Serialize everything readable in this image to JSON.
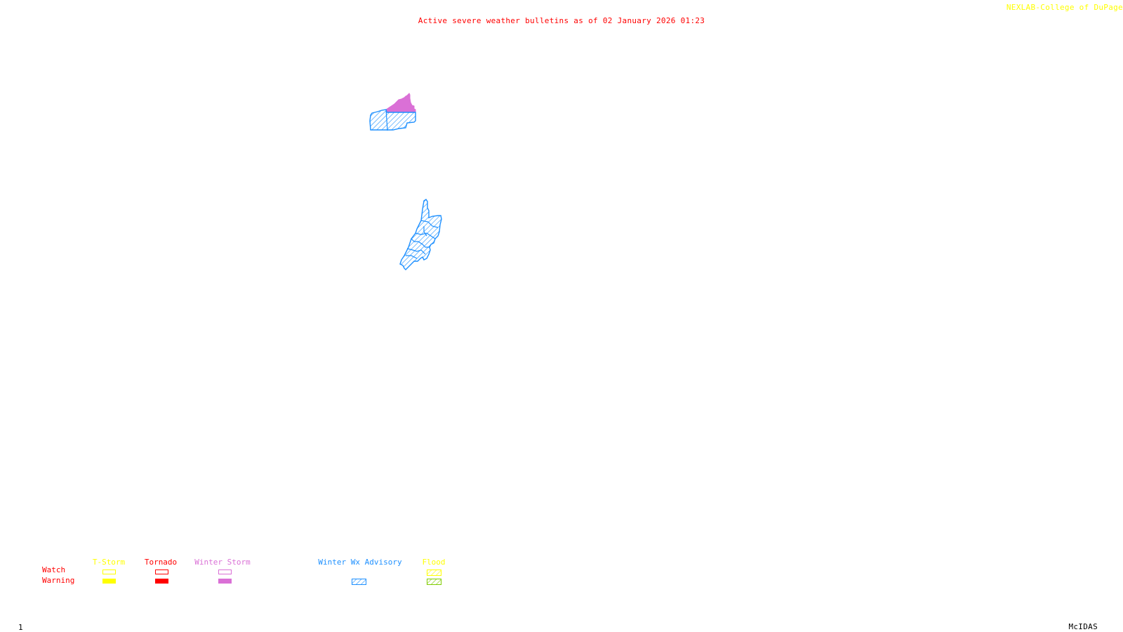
{
  "header": {
    "title": "Active severe weather bulletins as of 02 January 2026 01:23",
    "credit": "NEXLAB-College of DuPage"
  },
  "footer": {
    "frame_number": "1",
    "software": "McIDAS"
  },
  "colors": {
    "title": "#ff0000",
    "credit": "#ffff00",
    "tstorm": "#ffff00",
    "tornado": "#ff0000",
    "winter_storm": "#da70d6",
    "winter_wx_advisory": "#1e90ff",
    "flood_watch": "#ffff00",
    "flood_warning": "#7fcc00"
  },
  "legend": {
    "rows": {
      "watch": "Watch",
      "warning": "Warning"
    },
    "categories": [
      {
        "id": "tstorm",
        "label": "T-Storm",
        "watch": "outline",
        "warning": "solid"
      },
      {
        "id": "tornado",
        "label": "Tornado",
        "watch": "outline",
        "warning": "solid"
      },
      {
        "id": "winter_storm",
        "label": "Winter Storm",
        "watch": "outline",
        "warning": "solid"
      },
      {
        "id": "winter_wx_advisory",
        "label": "Winter Wx Advisory",
        "watch": "none",
        "warning": "hatched"
      },
      {
        "id": "flood",
        "label": "Flood",
        "watch": "hatched",
        "warning": "hatched"
      }
    ]
  },
  "map": {
    "bulletins": [
      {
        "name": "northern-winter-wx-advisory-area",
        "type": "Winter Wx Advisory",
        "style": "hatched"
      },
      {
        "name": "northern-winter-storm-warning-area",
        "type": "Winter Storm Warning",
        "style": "solid"
      },
      {
        "name": "southern-winter-wx-advisory-area",
        "type": "Winter Wx Advisory",
        "style": "hatched"
      }
    ]
  }
}
